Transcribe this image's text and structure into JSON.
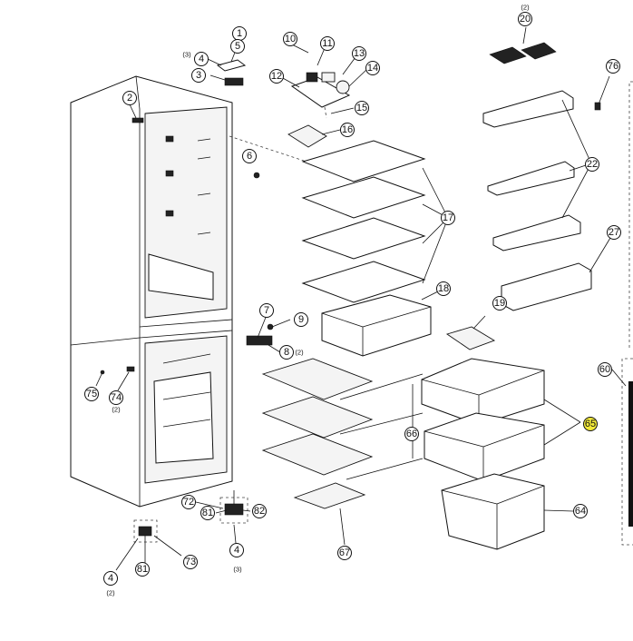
{
  "callouts": [
    {
      "id": "c1",
      "label": "1"
    },
    {
      "id": "c5",
      "label": "5"
    },
    {
      "id": "c4a",
      "label": "4"
    },
    {
      "id": "c3",
      "label": "3"
    },
    {
      "id": "c2",
      "label": "2"
    },
    {
      "id": "c6",
      "label": "6"
    },
    {
      "id": "c7",
      "label": "7"
    },
    {
      "id": "c9",
      "label": "9"
    },
    {
      "id": "c8",
      "label": "8"
    },
    {
      "id": "c10",
      "label": "10"
    },
    {
      "id": "c11",
      "label": "11"
    },
    {
      "id": "c12",
      "label": "12"
    },
    {
      "id": "c13",
      "label": "13"
    },
    {
      "id": "c14",
      "label": "14"
    },
    {
      "id": "c15",
      "label": "15"
    },
    {
      "id": "c16",
      "label": "16"
    },
    {
      "id": "c17",
      "label": "17"
    },
    {
      "id": "c18",
      "label": "18"
    },
    {
      "id": "c19",
      "label": "19"
    },
    {
      "id": "c20",
      "label": "20"
    },
    {
      "id": "c22",
      "label": "22"
    },
    {
      "id": "c27",
      "label": "27"
    },
    {
      "id": "c76",
      "label": "76"
    },
    {
      "id": "c60",
      "label": "60"
    },
    {
      "id": "c65",
      "label": "65",
      "highlight": true
    },
    {
      "id": "c64",
      "label": "64"
    },
    {
      "id": "c66",
      "label": "66"
    },
    {
      "id": "c67",
      "label": "67"
    },
    {
      "id": "c75",
      "label": "75"
    },
    {
      "id": "c74",
      "label": "74"
    },
    {
      "id": "c72",
      "label": "72"
    },
    {
      "id": "c81a",
      "label": "81"
    },
    {
      "id": "c82",
      "label": "82"
    },
    {
      "id": "c4b",
      "label": "4"
    },
    {
      "id": "c4c",
      "label": "4"
    },
    {
      "id": "c81b",
      "label": "81"
    },
    {
      "id": "c73",
      "label": "73"
    }
  ],
  "quantities": [
    {
      "id": "q3a",
      "text": "(3)"
    },
    {
      "id": "q2a",
      "text": "(2)"
    },
    {
      "id": "q2b",
      "text": "(2)"
    },
    {
      "id": "q2c",
      "text": "(2)"
    },
    {
      "id": "q3b",
      "text": "(3)"
    },
    {
      "id": "q2d",
      "text": "(2)"
    }
  ],
  "colors": {
    "highlight": "#f2e93a",
    "line": "#111111",
    "background": "#ffffff"
  }
}
